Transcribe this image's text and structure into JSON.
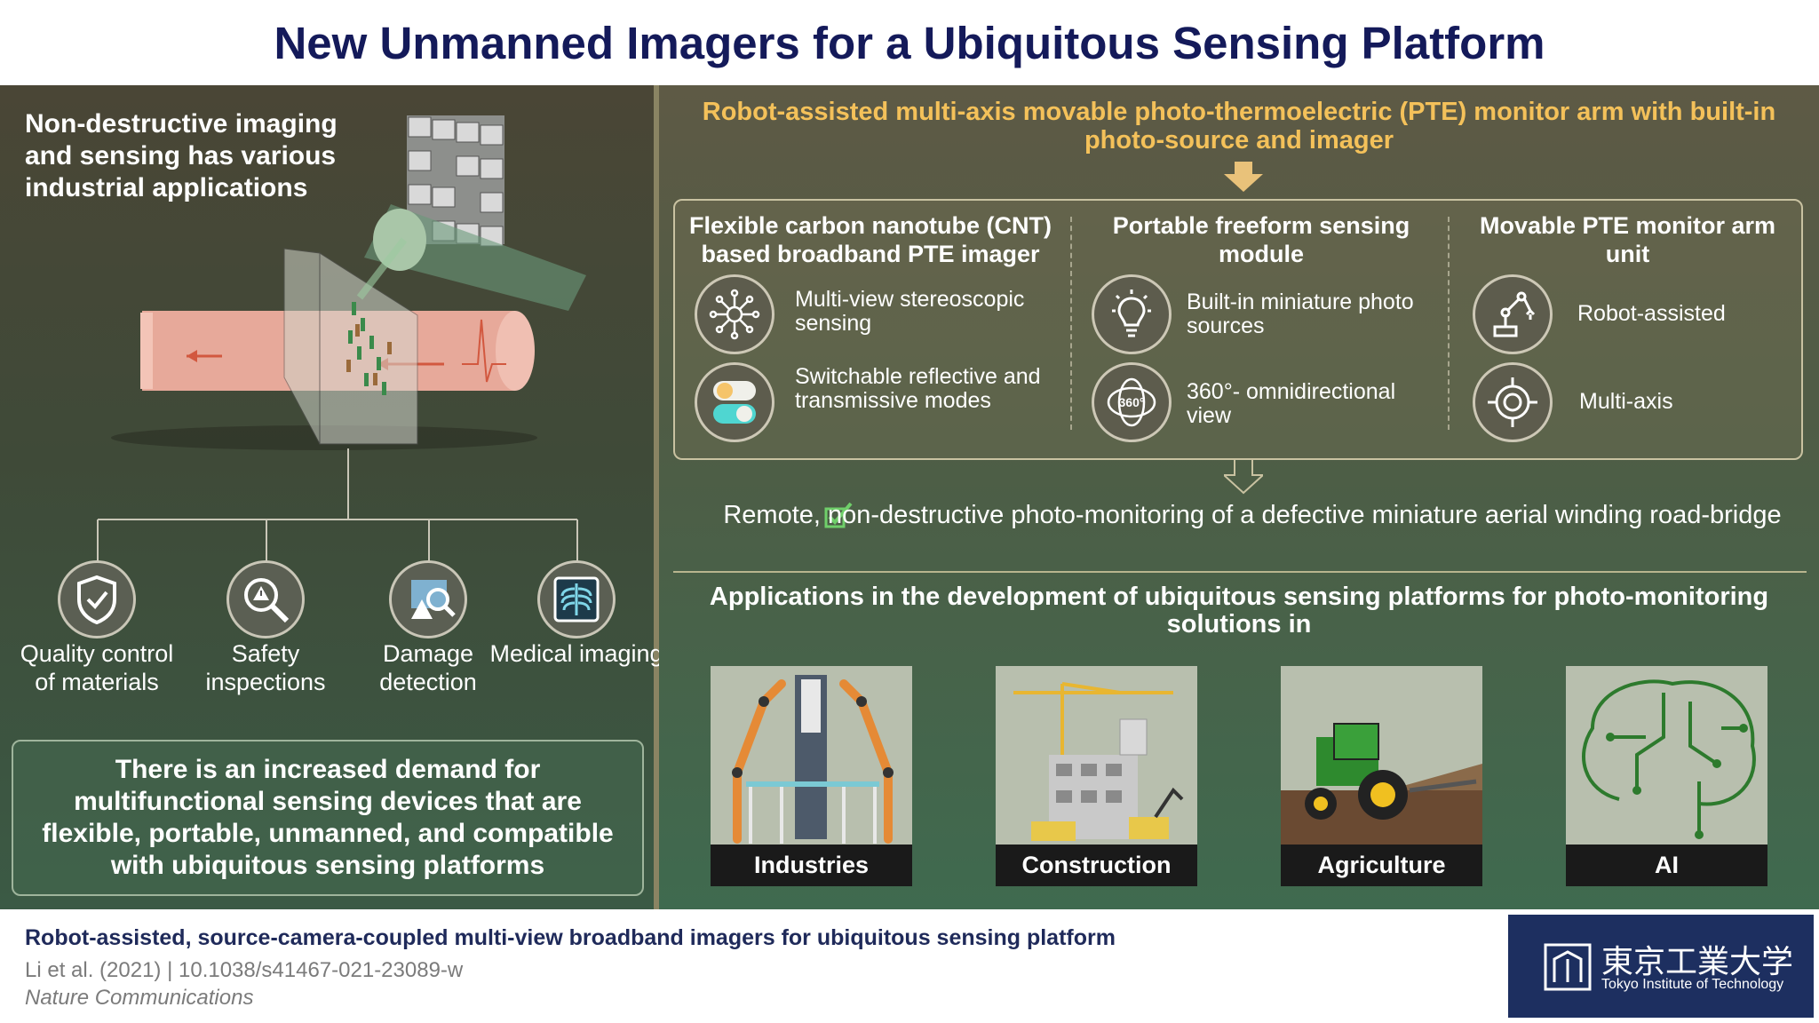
{
  "title": "New Unmanned Imagers for a Ubiquitous Sensing Platform",
  "left": {
    "heading": "Non-destructive imaging and sensing has various industrial applications",
    "icons": [
      {
        "label": "Quality control of materials",
        "icon": "shield-check-icon"
      },
      {
        "label": "Safety inspections",
        "icon": "magnifier-warning-icon"
      },
      {
        "label": "Damage detection",
        "icon": "damage-search-icon"
      },
      {
        "label": "Medical imaging",
        "icon": "xray-icon"
      }
    ],
    "demand": "There is an increased demand for multifunctional sensing devices that are flexible, portable, unmanned, and compatible with ubiquitous sensing platforms"
  },
  "right": {
    "heading": "Robot-assisted multi-axis movable photo-thermoelectric (PTE) monitor arm with built-in photo-source and imager",
    "columns": [
      {
        "title": "Flexible carbon nanotube (CNT) based broadband PTE imager",
        "features": [
          {
            "label": "Multi-view stereoscopic sensing",
            "icon": "network-icon"
          },
          {
            "label": "Switchable reflective and transmissive modes",
            "icon": "toggle-icon"
          }
        ]
      },
      {
        "title": "Portable freeform sensing module",
        "features": [
          {
            "label": "Built-in miniature photo sources",
            "icon": "lightbulb-icon"
          },
          {
            "label": "360°- omnidirectional view",
            "icon": "rotate-360-icon",
            "badge": "360°"
          }
        ]
      },
      {
        "title": "Movable PTE monitor arm unit",
        "features": [
          {
            "label": "Robot-assisted",
            "icon": "robot-arm-icon"
          },
          {
            "label": "Multi-axis",
            "icon": "crosshair-icon"
          }
        ]
      }
    ],
    "remote": "Remote, non-destructive photo-monitoring of a defective miniature aerial winding road-bridge",
    "applications_heading": "Applications in the development of ubiquitous sensing platforms for photo-monitoring solutions in",
    "applications": [
      {
        "label": "Industries"
      },
      {
        "label": "Construction"
      },
      {
        "label": "Agriculture"
      },
      {
        "label": "AI"
      }
    ]
  },
  "footer": {
    "paper_title": "Robot-assisted, source-camera-coupled multi-view broadband imagers for ubiquitous sensing platform",
    "citation": "Li et al. (2021)  |  10.1038/s41467-021-23089-w",
    "journal": "Nature Communications",
    "logo_jp": "東京工業大学",
    "logo_en": "Tokyo Institute of Technology"
  },
  "colors": {
    "title": "#141a5a",
    "accent": "#f4c15a",
    "logo_bg": "#1d2f60"
  }
}
